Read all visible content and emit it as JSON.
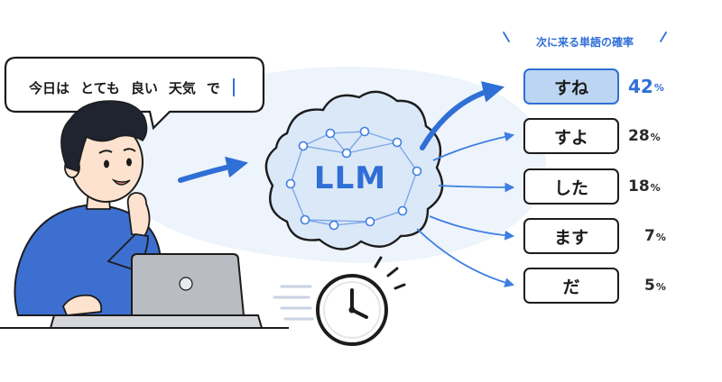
{
  "prompt_bubble": {
    "tokens": [
      "今日は",
      "とても",
      "良い",
      "天気",
      "で"
    ]
  },
  "model": {
    "label": "LLM"
  },
  "predictions": {
    "heading": "次に来る単語の確率",
    "unit": "%",
    "candidates": [
      {
        "token": "すね",
        "probability": "42"
      },
      {
        "token": "すよ",
        "probability": "28"
      },
      {
        "token": "した",
        "probability": "18"
      },
      {
        "token": "ます",
        "probability": "7"
      },
      {
        "token": "だ",
        "probability": "5"
      }
    ]
  },
  "colors": {
    "accent": "#2f6fd6",
    "highlight": "#bcd5f2",
    "cloud": "#dbe8f7",
    "shirt": "#3d6fd1",
    "laptop": "#b9bcc2"
  },
  "icons": [
    "speech-bubble",
    "text-cursor",
    "brain-network-icon",
    "clock-icon",
    "laptop-icon"
  ]
}
